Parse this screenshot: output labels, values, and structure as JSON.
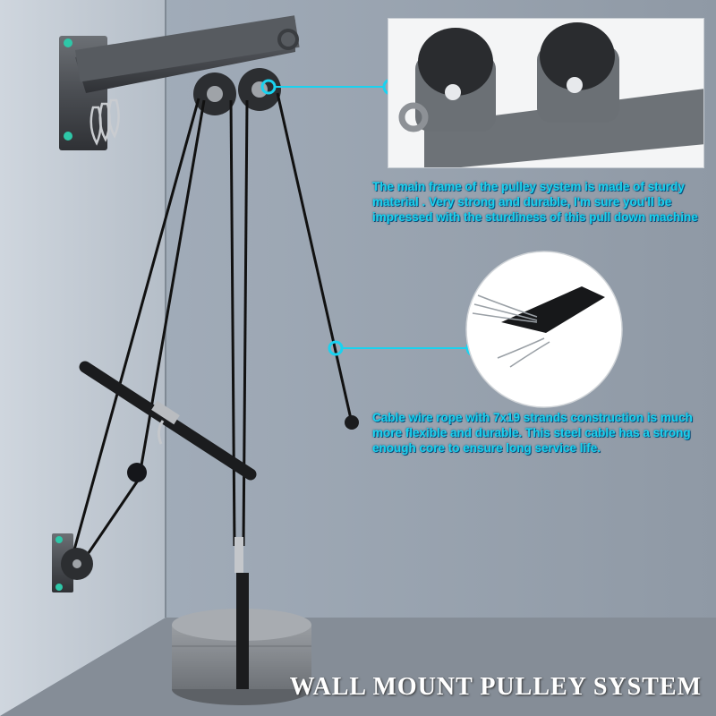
{
  "captions": {
    "frame": "The main frame of the pulley system is made of sturdy material .   Very strong and durable, I'm sure you'll be impressed with the sturdiness of this pull down machine",
    "cable": "Cable wire rope with 7x19 strands construction is much more flexible and durable. This steel cable has a strong enough core to ensure long service life."
  },
  "title": "WALL MOUNT PULLEY SYSTEM",
  "colors": {
    "accent": "#1ad2ef",
    "wall": "#9aa4b0",
    "frame_metal": "#45484c"
  }
}
